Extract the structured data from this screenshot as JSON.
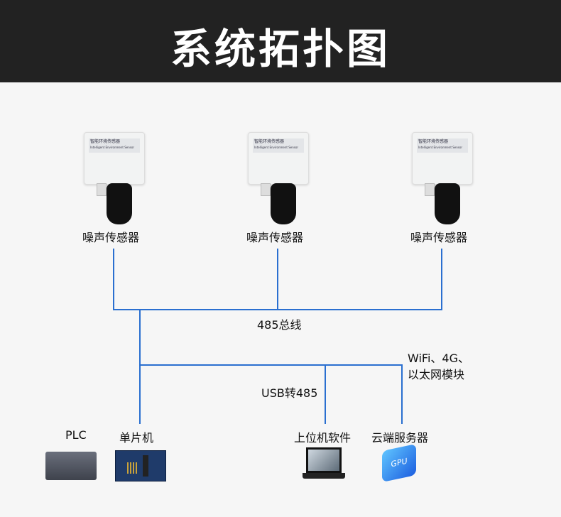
{
  "header": {
    "title": "系统拓扑图"
  },
  "sensors": [
    {
      "label": "噪声传感器",
      "plate_cn": "智能环境传感器",
      "plate_en": "Intelligent Environment Sensor"
    },
    {
      "label": "噪声传感器",
      "plate_cn": "智能环境传感器",
      "plate_en": "Intelligent Environment Sensor"
    },
    {
      "label": "噪声传感器",
      "plate_cn": "智能环境传感器",
      "plate_en": "Intelligent Environment Sensor"
    }
  ],
  "bus_label": "485总线",
  "wireless_label_1": "WiFi、4G、",
  "wireless_label_2": "以太网模块",
  "usb_label": "USB转485",
  "devices": {
    "plc": "PLC",
    "mcu": "单片机",
    "pc": "上位机软件",
    "cloud": "云端服务器",
    "gpu_text": "GPU"
  },
  "colors": {
    "line": "#2a6fd0",
    "header": "#222222"
  }
}
